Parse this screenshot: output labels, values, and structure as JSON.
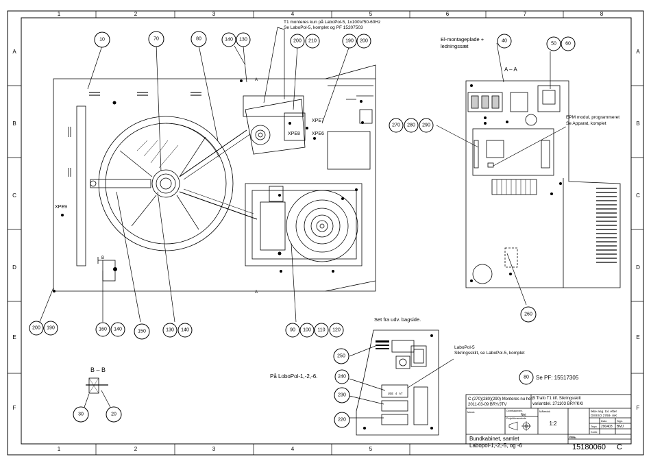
{
  "frame": {
    "columns": [
      "1",
      "2",
      "3",
      "4",
      "5",
      "6",
      "7",
      "8"
    ],
    "rows": [
      "A",
      "B",
      "C",
      "D",
      "E",
      "F"
    ]
  },
  "notes": {
    "t1_line1": "T1 monteres kun på LaboPol-5, 1x100V/50-60Hz",
    "t1_line2": "Se LaboPol-5, komplet og PF 15207503",
    "el_line1": "El-montageplade +",
    "el_line2": "ledningssæt",
    "section_aa": "A – A",
    "epm_line1": "EPM modul, programmeret",
    "epm_line2": "Se Apparat, komplet",
    "rear_view": "Set fra udv. bagside.",
    "labopol_line1": "LaboPol-5",
    "labopol_line2": "Sikringsskilt, se LaboPol-5, komplet",
    "variants": "På LoboPol-1,-2,-6.",
    "see_pf": "Se PF: 15517305",
    "section_bb": "B – B",
    "sec_a_top": "A",
    "sec_a_bottom": "A",
    "sec_b": "B",
    "fuse_label": "USE 4 AT"
  },
  "connectors": {
    "xpe7": "XPE7",
    "xpe8": "XPE8",
    "xpe6": "XPE6",
    "xpe9": "XPE9"
  },
  "balloons": {
    "b10": "10",
    "b70": "70",
    "b80": "80",
    "b140a": "140",
    "b130a": "130",
    "b200a": "200",
    "b210": "210",
    "b190a": "190",
    "b200b": "200",
    "b40": "40",
    "b50": "50",
    "b60": "60",
    "b270": "270",
    "b280": "280",
    "b290": "290",
    "b200c": "200",
    "b190b": "190",
    "b160": "160",
    "b140b": "140",
    "b150": "150",
    "b130b": "130",
    "b140c": "140",
    "b90": "90",
    "b100": "100",
    "b110": "110",
    "b120": "120",
    "b260": "260",
    "b250": "250",
    "b240": "240",
    "b230": "230",
    "b220": "220",
    "b80b": "80",
    "b30": "30",
    "b20": "20"
  },
  "title_block": {
    "rev_line1": "C  (270)(280)(290) Monteres nu her.",
    "rev_line2": "2011-03-09  BRY/JTV",
    "rev_b_line1": "B  Trafo T1 tilf. Sikringsskilt",
    "rev_b_line2": "variantdel. 271103  BRY/KKI",
    "mark_label": "Mærk:",
    "surface_label": "Overfladebeh.",
    "surface_value": "Nej",
    "projection_label": "Projektionsmetode",
    "scale_label": "Målestok",
    "scale": "1:2",
    "tol_line1": "Ikke ang. tol. efter",
    "tol_line2": "DS/ISO 2768- mK",
    "date_label": "Dato",
    "date": "290403",
    "sign_label": "Sign.",
    "sign": "BMJ",
    "tegn_label": "Tegn.",
    "kontr_label": "Kontr.",
    "godk_label": "Godk.",
    "title_line1": "Bundkabinet, samlet",
    "title_line2": "Labopol-1,-2,-5, og -6",
    "drawing_no_label": "Emn.",
    "drawing_no": "15180060",
    "revision": "C"
  }
}
